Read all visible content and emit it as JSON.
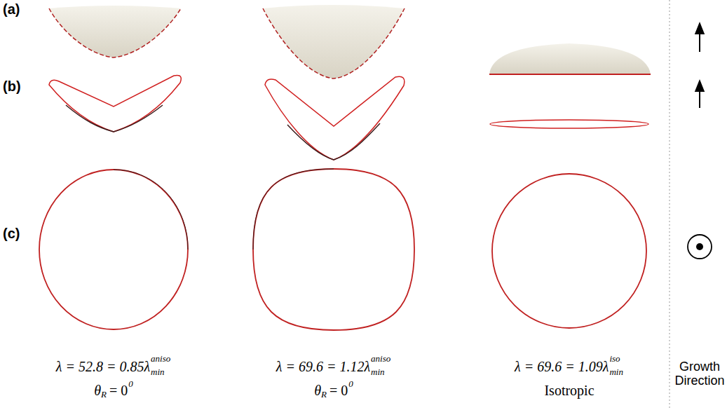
{
  "diagram": {
    "labels": [
      "(a)",
      "(b)",
      "(c)",
      "λ = 52.8 = 0.85λ",
      "aniso",
      "min",
      "θ",
      "R",
      "= 0",
      "0",
      "λ = 69.6 = 1.12λ",
      "aniso",
      "min",
      "θ",
      "R",
      "= 0",
      "0",
      "λ = 69.6 = 1.09λ",
      "iso",
      "min",
      "Isotropic",
      "Growth Direction"
    ]
  }
}
